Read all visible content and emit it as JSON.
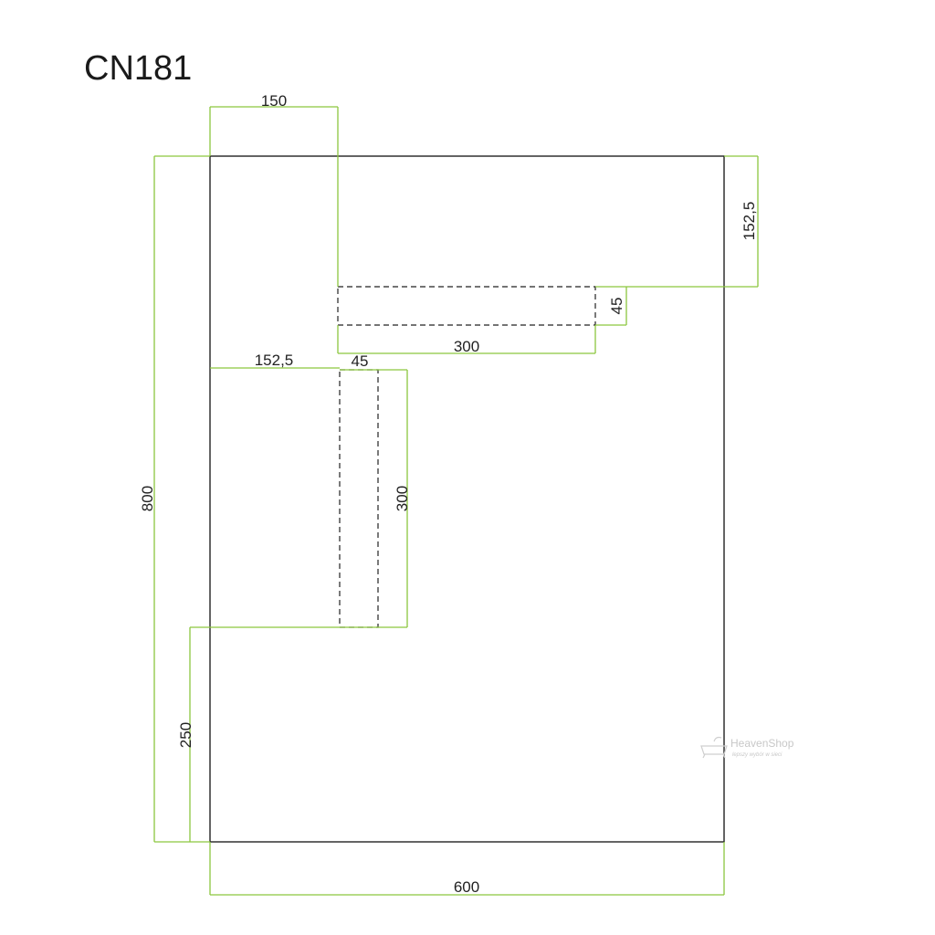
{
  "title": "CN181",
  "dimensions": {
    "top_offset": "150",
    "right_offset": "152,5",
    "horizontal_cutout_height": "45",
    "horizontal_cutout_length": "300",
    "left_offset": "152,5",
    "vertical_cutout_width": "45",
    "vertical_cutout_length": "300",
    "total_height": "800",
    "bottom_offset": "250",
    "total_width": "600"
  },
  "watermark": {
    "brand": "HeavenShop",
    "tagline": "lepszy wybór w sieci"
  },
  "colors": {
    "outline": "#222222",
    "dimension_lines": "#8cc63f",
    "text": "#222222"
  }
}
